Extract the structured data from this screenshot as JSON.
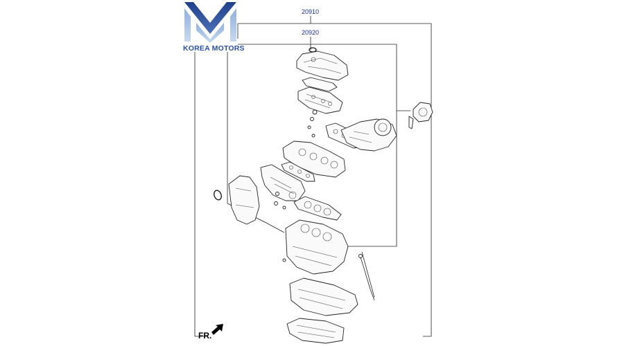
{
  "brand": {
    "name": "KOREA MOTORS",
    "colors": {
      "top": "#2b4e9a",
      "bottom": "#6f90c8",
      "text": "#2a4fa0"
    }
  },
  "callouts": {
    "outer_kit": "20910",
    "inner_kit": "20920"
  },
  "orientation": {
    "label": "FR.",
    "arrow_icon": "front-arrow-icon"
  },
  "colors": {
    "callout_text": "#1a2a8a",
    "line": "#222222",
    "background": "#ffffff"
  }
}
